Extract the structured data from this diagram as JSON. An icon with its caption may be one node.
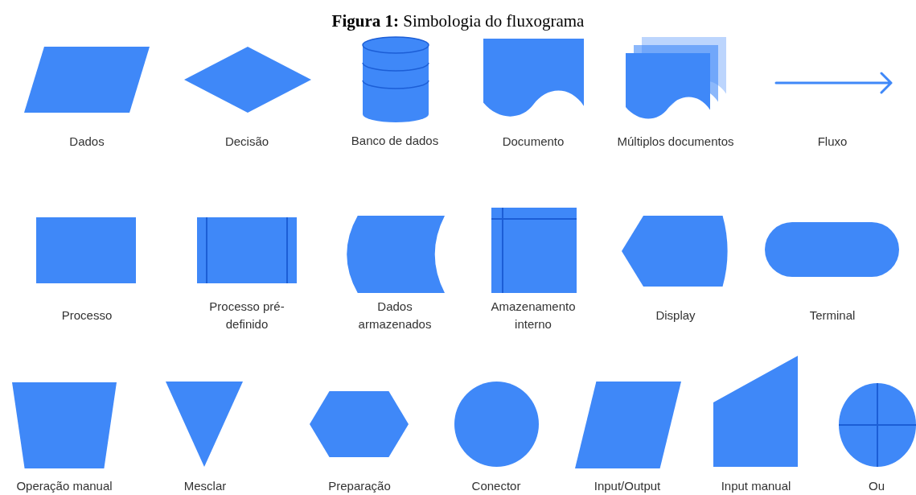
{
  "diagram": {
    "title": "**Figura 1:** Simbologia do fluxograma",
    "nodes": [
      {
        "text": [
          "Dados"
        ]
      },
      {
        "text": [
          "Decisão"
        ]
      },
      {
        "text": [
          "Banco de dados"
        ]
      },
      {
        "text": [
          "Documento"
        ]
      },
      {
        "text": [
          "Múltiplos documentos"
        ]
      },
      {
        "text": [
          "Fluxo"
        ]
      },
      {
        "text": [
          "Processo"
        ]
      },
      {
        "text": [
          "Processo pré-definido"
        ]
      },
      {
        "text": [
          "Dados armazenados"
        ]
      },
      {
        "text": [
          "Amazenamento interno"
        ]
      },
      {
        "text": [
          "Display"
        ]
      },
      {
        "text": [
          "Terminal"
        ]
      },
      {
        "text": [
          "Operação manual"
        ]
      },
      {
        "text": [
          "Mesclar"
        ]
      },
      {
        "text": [
          "Preparação"
        ]
      },
      {
        "text": [
          "Conector"
        ]
      },
      {
        "text": [
          "Input/Output"
        ]
      },
      {
        "text": [
          "Input manual"
        ]
      },
      {
        "text": [
          "Ou"
        ]
      }
    ]
  }
}
